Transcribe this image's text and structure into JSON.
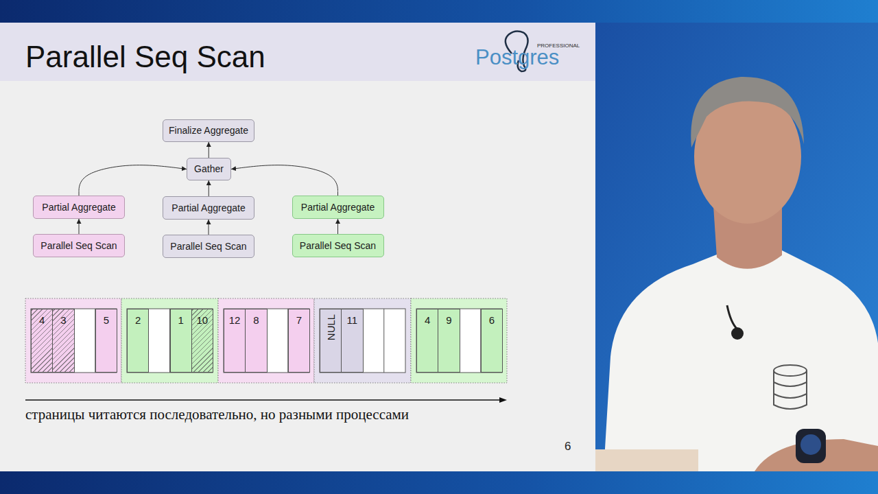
{
  "diagram": {
    "title": "Parallel Seq Scan",
    "caption": "страницы читаются последовательно, но разными процессами",
    "nodes": [
      {
        "text": [
          "Finalize Aggregate"
        ]
      },
      {
        "text": [
          "Gather"
        ]
      },
      {
        "text": [
          "Partial Aggregate"
        ]
      },
      {
        "text": [
          "Partial Aggregate"
        ]
      },
      {
        "text": [
          "Partial Aggregate"
        ]
      },
      {
        "text": [
          "Parallel Seq Scan"
        ]
      },
      {
        "text": [
          "Parallel Seq Scan"
        ]
      },
      {
        "text": [
          "Parallel Seq Scan"
        ]
      },
      {
        "text": [
          "4"
        ]
      },
      {
        "text": [
          "3"
        ]
      },
      {
        "text": [
          "5"
        ]
      },
      {
        "text": [
          "2"
        ]
      },
      {
        "text": [
          "1"
        ]
      },
      {
        "text": [
          "10"
        ]
      },
      {
        "text": [
          "12"
        ]
      },
      {
        "text": [
          "8"
        ]
      },
      {
        "text": [
          "7"
        ]
      },
      {
        "text": [
          "NULL"
        ]
      },
      {
        "text": [
          "11"
        ]
      },
      {
        "text": [
          "4"
        ]
      },
      {
        "text": [
          "9"
        ]
      },
      {
        "text": [
          "6"
        ]
      }
    ],
    "edges": [
      {
        "from": 1,
        "to": 0,
        "arrow": "to"
      },
      {
        "from": 2,
        "to": 1,
        "arrow": "to"
      },
      {
        "from": 3,
        "to": 1,
        "arrow": "to"
      },
      {
        "from": 4,
        "to": 1,
        "arrow": "to"
      },
      {
        "from": 5,
        "to": 2,
        "arrow": "to"
      },
      {
        "from": 6,
        "to": 3,
        "arrow": "to"
      },
      {
        "from": 7,
        "to": 4,
        "arrow": "to"
      }
    ],
    "labels": [
      "PROFESSIONAL",
      "Postgres",
      "6"
    ]
  }
}
